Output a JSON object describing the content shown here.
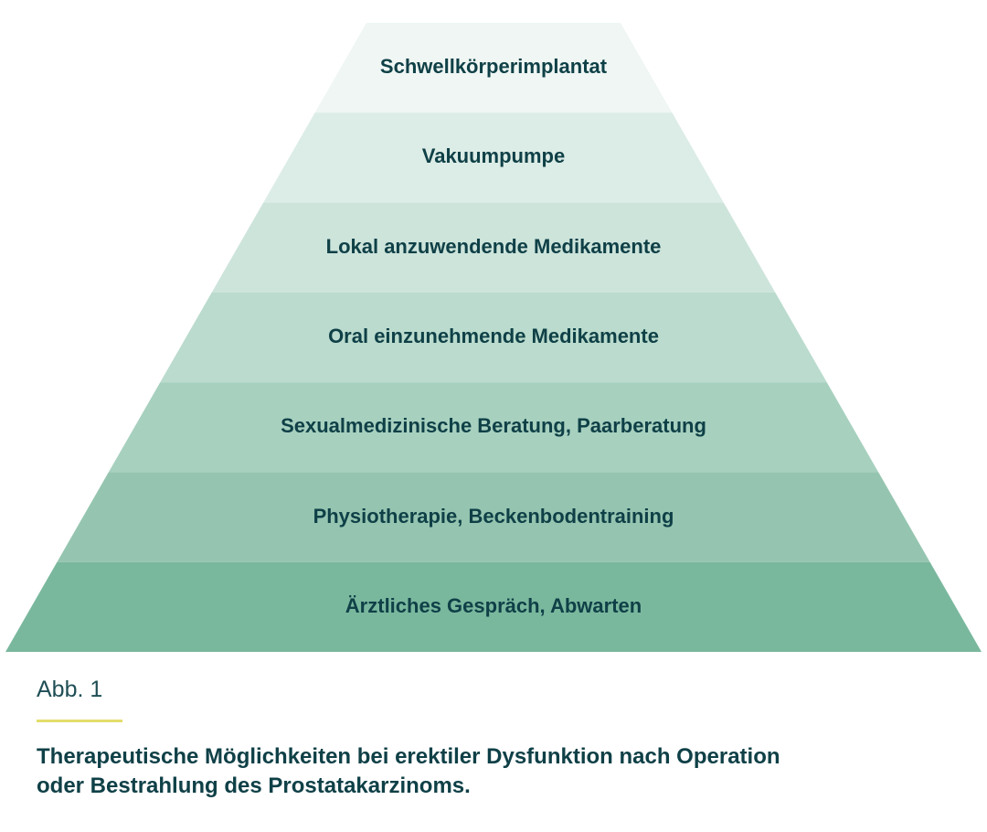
{
  "pyramid": {
    "levels": [
      {
        "label": "Schwellkörperimplantat",
        "color": "#eff6f3"
      },
      {
        "label": "Vakuumpumpe",
        "color": "#dcece6"
      },
      {
        "label": "Lokal anzuwendende Medikamente",
        "color": "#cde4db"
      },
      {
        "label": "Oral einzunehmende Medikamente",
        "color": "#badbcd"
      },
      {
        "label": "Sexualmedizinische Beratung, Paarberatung",
        "color": "#a7d0bf"
      },
      {
        "label": "Physiotherapie, Beckenbodentraining",
        "color": "#95c5b0"
      },
      {
        "label": "Ärztliches Gespräch, Abwarten",
        "color": "#7ab89e"
      }
    ]
  },
  "figure": {
    "number": "Abb. 1",
    "caption_line1": "Therapeutische Möglichkeiten bei erektiler Dysfunktion nach Operation",
    "caption_line2": "oder Bestrahlung des Prostatakarzinoms."
  }
}
